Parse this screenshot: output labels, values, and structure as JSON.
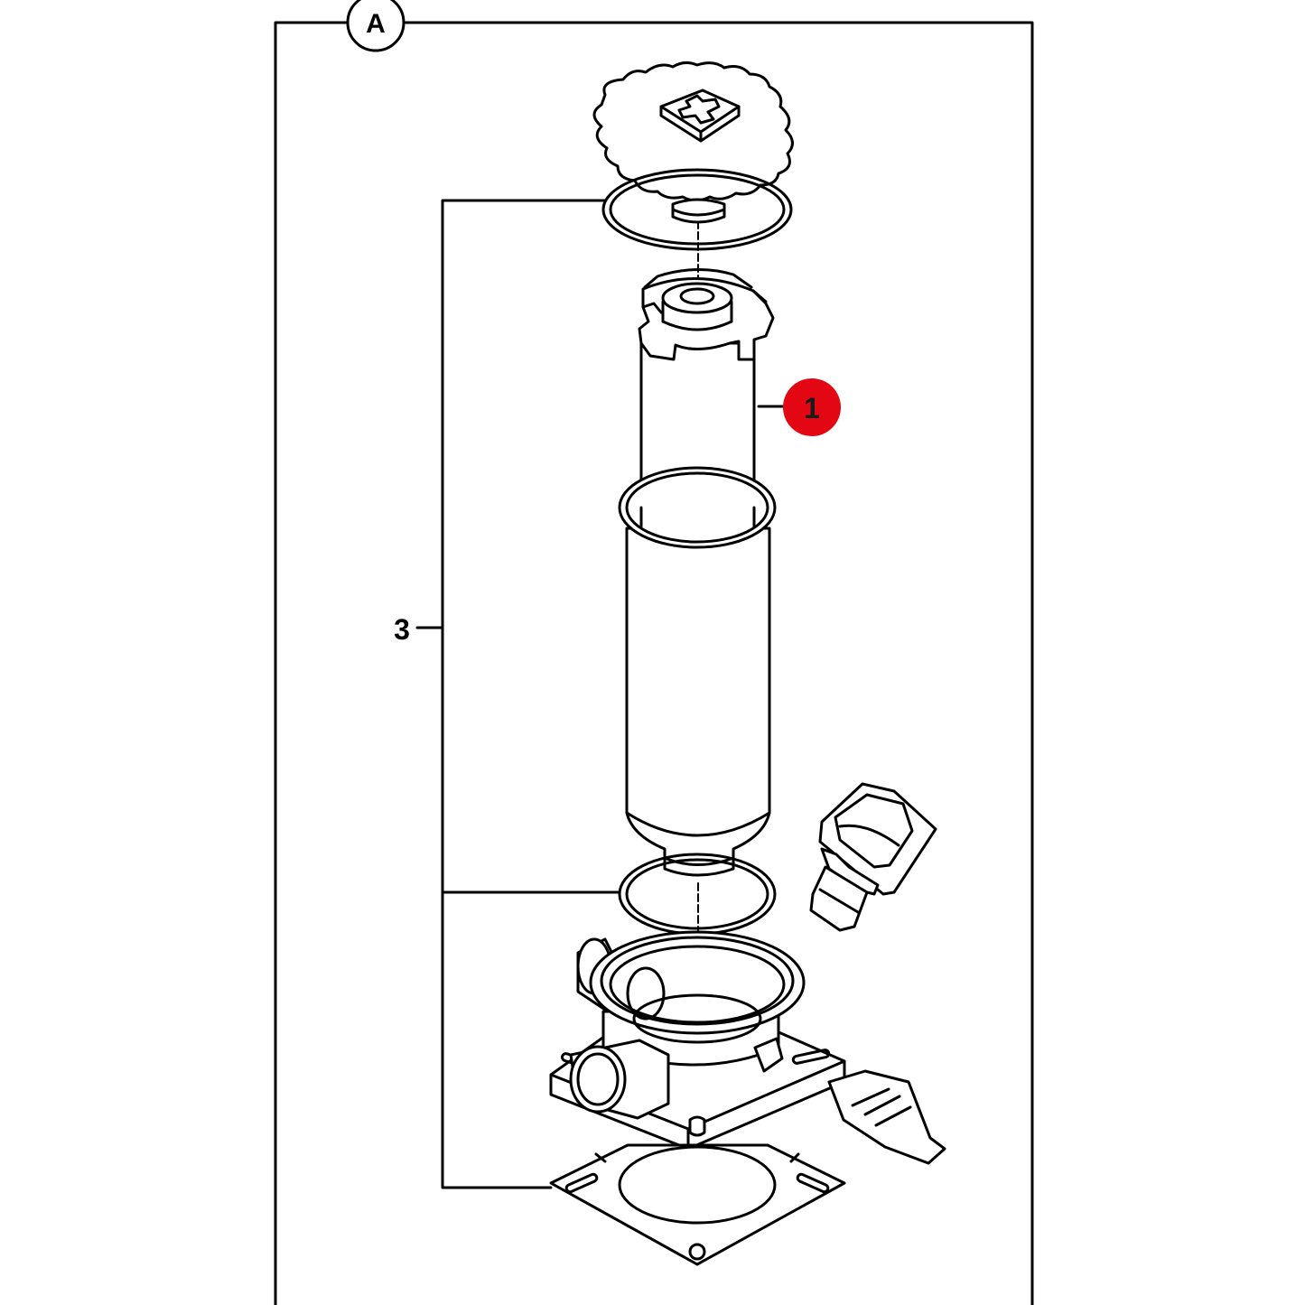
{
  "diagram": {
    "view_label": "A",
    "callouts": [
      {
        "id": "part-1",
        "label": "1",
        "highlighted": true
      },
      {
        "id": "assembly-3",
        "label": "3",
        "highlighted": false
      }
    ],
    "colors": {
      "line": "#000000",
      "background": "#ffffff",
      "highlight": "#e30613",
      "highlight_text": "#1a1a1a"
    }
  }
}
